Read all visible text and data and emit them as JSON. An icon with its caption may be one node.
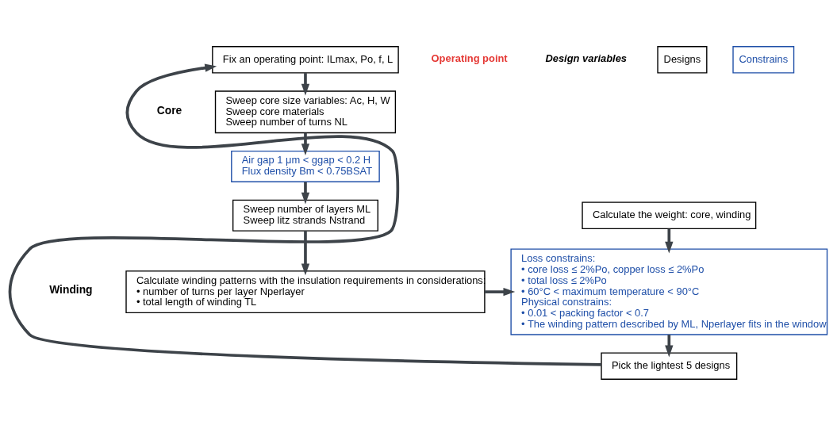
{
  "diagram": {
    "nodes": [
      {
        "text": [
          "Fix an operating point: ILmax, Po, f, L"
        ]
      },
      {
        "text": [
          "Sweep core size variables: Ac, H, W",
          "Sweep core materials",
          "Sweep number of turns NL"
        ]
      },
      {
        "text": [
          "Air gap 1 μm < ggap < 0.2 H",
          "Flux density Bm < 0.75BSAT"
        ]
      },
      {
        "text": [
          "Sweep number of layers ML",
          "Sweep litz strands Nstrand"
        ]
      },
      {
        "text": [
          "Calculate winding patterns with the insulation requirements in considerations:",
          "• number of turns per layer Nperlayer",
          "• total length of winding TL"
        ]
      },
      {
        "text": [
          "Calculate the weight: core, winding"
        ]
      },
      {
        "text": [
          "Loss constrains:",
          "• core loss ≤ 2%Po, copper loss ≤ 2%Po",
          "• total loss ≤ 2%Po",
          "• 60°C < maximum temperature < 90°C",
          "Physical constrains:",
          "• 0.01 < packing factor < 0.7",
          "• The winding pattern described by ML, Nperlayer fits in the window"
        ]
      },
      {
        "text": [
          "Pick the lightest 5 designs"
        ]
      }
    ],
    "edges": [
      {
        "from": 0,
        "to": 1,
        "arrow": "to"
      },
      {
        "from": 1,
        "to": 2,
        "arrow": "to"
      },
      {
        "from": 2,
        "to": 3,
        "arrow": "to"
      },
      {
        "from": 3,
        "to": 4,
        "arrow": "to"
      },
      {
        "from": 4,
        "to": 6,
        "arrow": "to"
      },
      {
        "from": 5,
        "to": 6,
        "arrow": "to"
      },
      {
        "from": 6,
        "to": 7,
        "arrow": "to"
      },
      {
        "from": 7,
        "to": 0,
        "arrow": "to"
      }
    ],
    "labels": [
      "Core",
      "Winding"
    ],
    "legend": [
      {
        "text": "Operating point",
        "color": "#e53935"
      },
      {
        "text": "Design variables"
      },
      {
        "text": "Designs"
      },
      {
        "text": "Constrains",
        "color": "#1f4fa8"
      }
    ]
  }
}
